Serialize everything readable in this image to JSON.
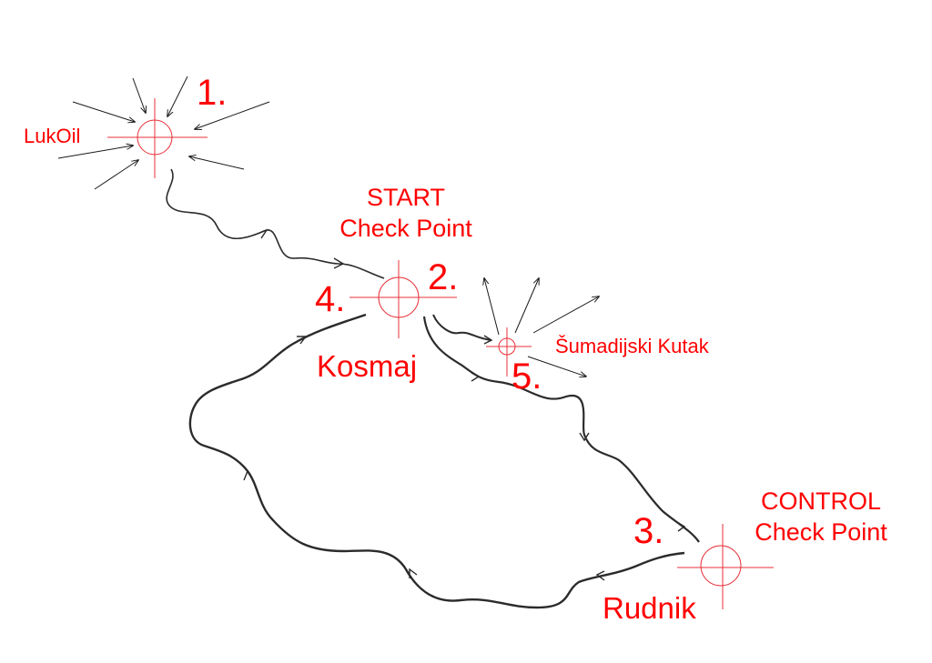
{
  "colors": {
    "label": "#ff0000",
    "route": "#2b2b2b",
    "marker": "#e8303a",
    "arrow": "#1a1a1a"
  },
  "points": {
    "lukoil": {
      "number": "1.",
      "name": "LukOil"
    },
    "kosmaj": {
      "number_start": "2.",
      "number_end": "4.",
      "name": "Kosmaj",
      "caption": [
        "START",
        "Check Point"
      ]
    },
    "rudnik": {
      "number": "3.",
      "name": "Rudnik",
      "caption": [
        "CONTROL",
        "Check Point"
      ]
    },
    "sumadijski": {
      "number": "5.",
      "name": "Šumadijski Kutak"
    }
  }
}
